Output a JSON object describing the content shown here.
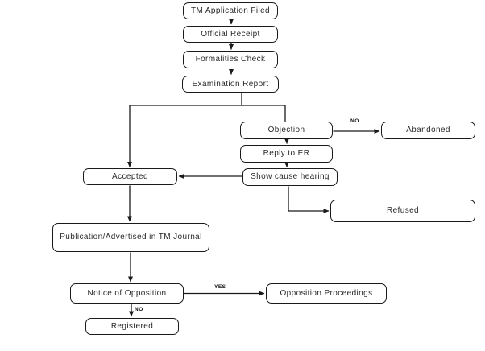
{
  "diagram": {
    "type": "flowchart",
    "colors": {
      "stroke": "#1a1a1a",
      "node_fill": "#ffffff",
      "text": "#2a2a2a",
      "background": "#ffffff"
    },
    "nodes": [
      {
        "id": "tm-application-filed",
        "label": "TM Application Filed"
      },
      {
        "id": "official-receipt",
        "label": "Official Receipt"
      },
      {
        "id": "formalities-check",
        "label": "Formalities Check"
      },
      {
        "id": "examination-report",
        "label": "Examination Report"
      },
      {
        "id": "objection",
        "label": "Objection"
      },
      {
        "id": "abandoned",
        "label": "Abandoned"
      },
      {
        "id": "reply-to-er",
        "label": "Reply to ER"
      },
      {
        "id": "show-cause-hearing",
        "label": "Show cause hearing"
      },
      {
        "id": "accepted",
        "label": "Accepted"
      },
      {
        "id": "refused",
        "label": "Refused"
      },
      {
        "id": "publication-tm-journal",
        "label": "Publication/Advertised in TM Journal"
      },
      {
        "id": "notice-of-opposition",
        "label": "Notice of Opposition"
      },
      {
        "id": "opposition-proceedings",
        "label": "Opposition Proceedings"
      },
      {
        "id": "registered",
        "label": "Registered"
      }
    ],
    "edge_labels": {
      "objection_to_abandoned": "NO",
      "notice_to_opposition_proceedings": "YES",
      "notice_to_registered": "NO"
    },
    "edges": [
      {
        "from": "tm-application-filed",
        "to": "official-receipt"
      },
      {
        "from": "official-receipt",
        "to": "formalities-check"
      },
      {
        "from": "formalities-check",
        "to": "examination-report"
      },
      {
        "from": "examination-report",
        "to": "accepted"
      },
      {
        "from": "examination-report",
        "to": "objection"
      },
      {
        "from": "objection",
        "to": "abandoned",
        "label": "NO"
      },
      {
        "from": "objection",
        "to": "reply-to-er"
      },
      {
        "from": "reply-to-er",
        "to": "show-cause-hearing"
      },
      {
        "from": "show-cause-hearing",
        "to": "accepted"
      },
      {
        "from": "show-cause-hearing",
        "to": "refused"
      },
      {
        "from": "accepted",
        "to": "publication-tm-journal"
      },
      {
        "from": "publication-tm-journal",
        "to": "notice-of-opposition"
      },
      {
        "from": "notice-of-opposition",
        "to": "opposition-proceedings",
        "label": "YES"
      },
      {
        "from": "notice-of-opposition",
        "to": "registered",
        "label": "NO"
      }
    ]
  }
}
